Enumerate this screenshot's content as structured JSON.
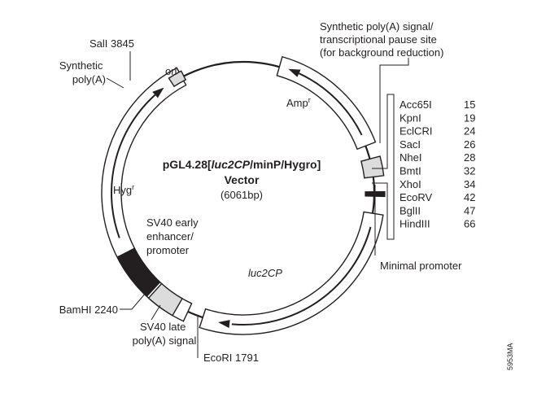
{
  "title": {
    "prefix": "pGL4.28[",
    "gene": "luc2CP",
    "suffix": "/minP/Hygro]",
    "line2": "Vector",
    "line3": "(6061bp)"
  },
  "features": {
    "ori": "ori",
    "amp": "Amp",
    "amp_sup": "r",
    "hyg": "Hyg",
    "hyg_sup": "r",
    "luc2cp": "luc2CP",
    "sv40_enh": [
      "SV40 early",
      "enhancer/",
      "promoter"
    ]
  },
  "callouts": {
    "sali": "SalI 3845",
    "synthetic_polya": [
      "Synthetic",
      "poly(A)"
    ],
    "synthetic_pause": [
      "Synthetic poly(A) signal/",
      "transcriptional pause site",
      "(for background reduction)"
    ],
    "minimal_promoter": "Minimal promoter",
    "bamhi": "BamHI 2240",
    "sv40_late": [
      "SV40 late",
      "poly(A) signal"
    ],
    "ecori": "EcoRI 1791"
  },
  "mcs": {
    "sites": [
      {
        "name": "Acc65I",
        "pos": "15"
      },
      {
        "name": "KpnI",
        "pos": "19"
      },
      {
        "name": "EclCRI",
        "pos": "24"
      },
      {
        "name": "SacI",
        "pos": "26"
      },
      {
        "name": "NheI",
        "pos": "28"
      },
      {
        "name": "BmtI",
        "pos": "32"
      },
      {
        "name": "XhoI",
        "pos": "34"
      },
      {
        "name": "EcoRV",
        "pos": "42"
      },
      {
        "name": "BglII",
        "pos": "47"
      },
      {
        "name": "HindIII",
        "pos": "66"
      }
    ]
  },
  "figure_code": "5953MA"
}
